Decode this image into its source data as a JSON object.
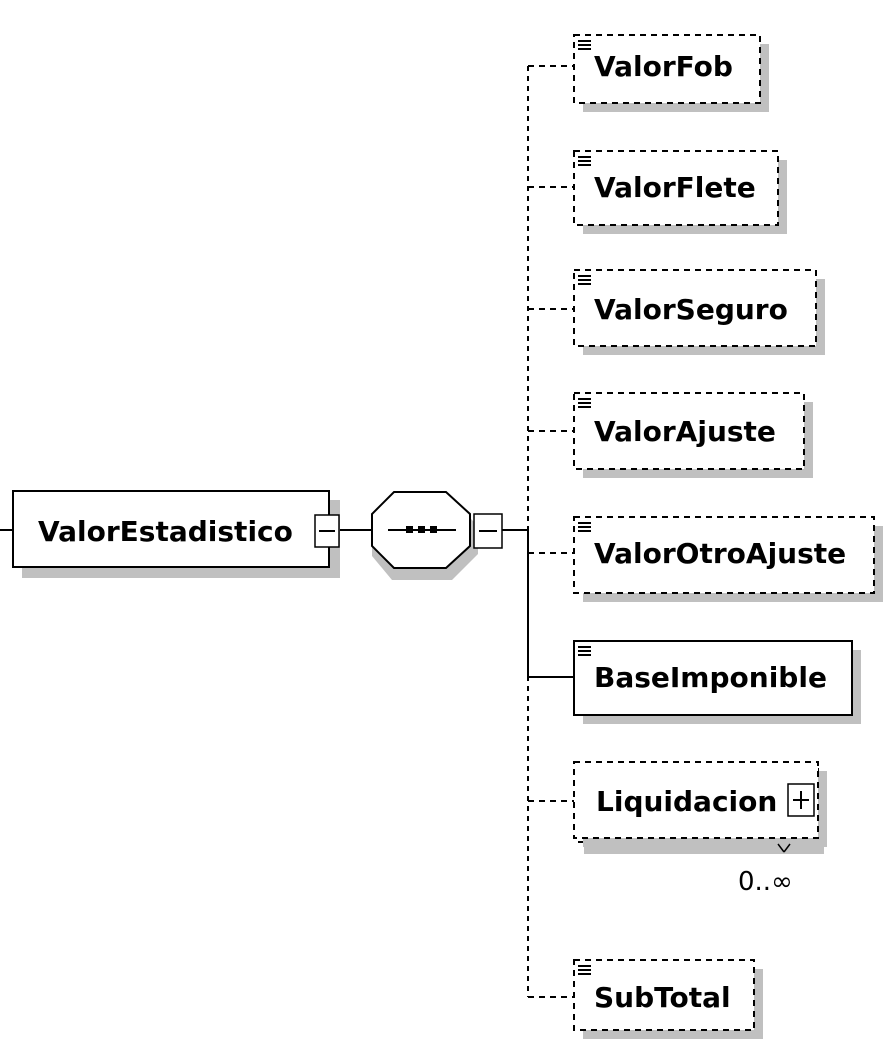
{
  "root": {
    "label": "ValorEstadistico",
    "expanded": true
  },
  "compositor": {
    "type": "sequence",
    "expanded": true
  },
  "children": [
    {
      "label": "ValorFob",
      "optional": true,
      "expandable": false,
      "repeating": false,
      "occurrence": ""
    },
    {
      "label": "ValorFlete",
      "optional": true,
      "expandable": false,
      "repeating": false,
      "occurrence": ""
    },
    {
      "label": "ValorSeguro",
      "optional": true,
      "expandable": false,
      "repeating": false,
      "occurrence": ""
    },
    {
      "label": "ValorAjuste",
      "optional": true,
      "expandable": false,
      "repeating": false,
      "occurrence": ""
    },
    {
      "label": "ValorOtroAjuste",
      "optional": true,
      "expandable": false,
      "repeating": false,
      "occurrence": ""
    },
    {
      "label": "BaseImponible",
      "optional": false,
      "expandable": false,
      "repeating": false,
      "occurrence": ""
    },
    {
      "label": "Liquidacion",
      "optional": true,
      "expandable": true,
      "repeating": true,
      "occurrence": "0..∞"
    },
    {
      "label": "SubTotal",
      "optional": true,
      "expandable": false,
      "repeating": false,
      "occurrence": ""
    }
  ]
}
